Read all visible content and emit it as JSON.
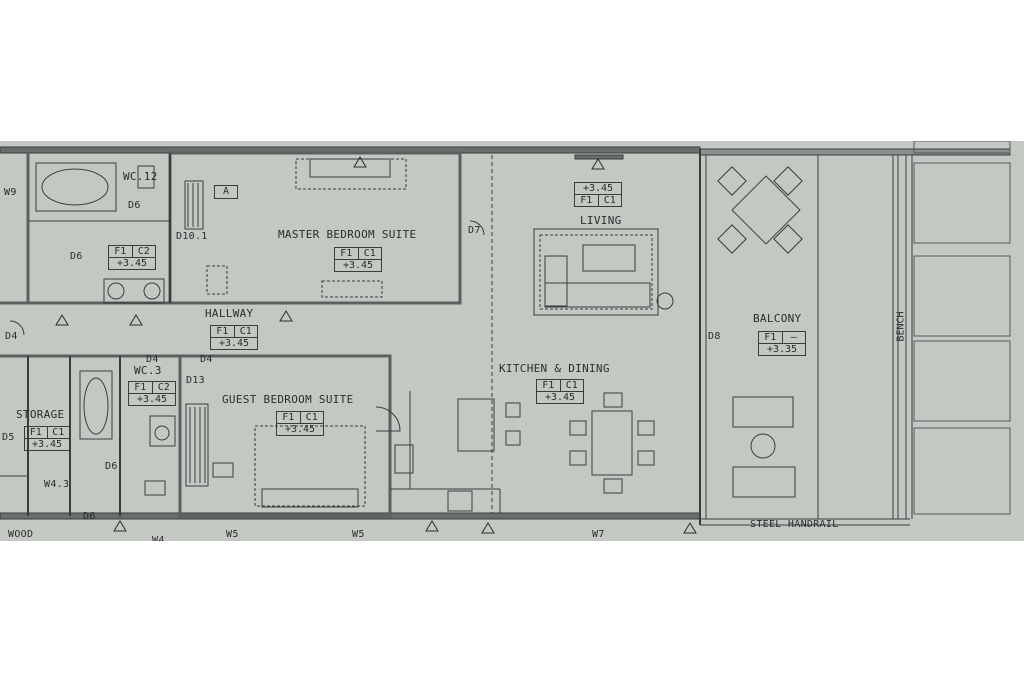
{
  "rooms": {
    "wc12": {
      "name": "WC.12",
      "finish": "F1",
      "ceiling": "C2",
      "level": "+3.45"
    },
    "master": {
      "name": "MASTER BEDROOM SUITE",
      "finish": "F1",
      "ceiling": "C1",
      "level": "+3.45"
    },
    "living": {
      "name": "LIVING",
      "finish": "F1",
      "ceiling": "C1",
      "level": "+3.45"
    },
    "balcony": {
      "name": "BALCONY",
      "finish": "F1",
      "ceiling": "—",
      "level": "+3.35"
    },
    "hallway": {
      "name": "HALLWAY",
      "finish": "F1",
      "ceiling": "C1",
      "level": "+3.45"
    },
    "wc3": {
      "name": "WC.3",
      "finish": "F1",
      "ceiling": "C2",
      "level": "+3.45"
    },
    "guest": {
      "name": "GUEST BEDROOM SUITE",
      "finish": "F1",
      "ceiling": "C1",
      "level": "+3.45"
    },
    "kitchen": {
      "name": "KITCHEN & DINING",
      "finish": "F1",
      "ceiling": "C1",
      "level": "+3.45"
    },
    "storage": {
      "name": "STORAGE",
      "finish": "F1",
      "ceiling": "C1",
      "level": "+3.45"
    }
  },
  "doors": {
    "d6a": "D6",
    "d6b": "D6",
    "d6c": "D6",
    "d6d": "D6",
    "d4a": "D4",
    "d4b": "D4",
    "d4c": "D4",
    "d5": "D5",
    "d7": "D7",
    "d8": "D8",
    "d101": "D10.1",
    "d13": "D13"
  },
  "windows": {
    "w9": "W9",
    "w5a": "W5",
    "w5b": "W5",
    "w7": "W7",
    "w4": "W4"
  },
  "annotations": {
    "bench": "BENCH",
    "steel_handrail": "STEEL HANDRAIL",
    "wood": "WOOD",
    "tag_a": "A",
    "wc_mark": "W4.3"
  },
  "colors": {
    "paper": "#c4c8c3",
    "ink": "#2a2d2c",
    "wall": "#5c605e"
  }
}
